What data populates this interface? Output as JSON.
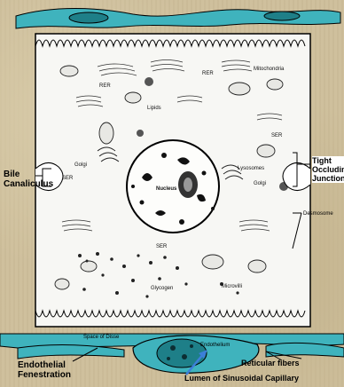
{
  "labels": {
    "bile_canaliculus": [
      "Bile",
      "Canaliculus"
    ],
    "tight_junction": [
      "Tight",
      "Occluding",
      "Junction"
    ],
    "desmosome": "Desmosome",
    "endothelial_fenestration": [
      "Endothelial",
      "Fenestration"
    ],
    "reticular_fibers": "Reticular fibers",
    "lumen": "Lumen of Sinusoidal Capillary",
    "space_of_disse": "Space of Disse",
    "endothelium": "Endothelium",
    "nucleus": "Nucleus",
    "rer_upper": "RER",
    "rer_left": "RER",
    "mitochondria": "Mitochondria",
    "lipids": "Lipids",
    "ser_right": "SER",
    "lysosomes": "Lysosomes",
    "golgi_left": "Golgi",
    "ser_left": "SER",
    "golgi_right": "Golgi",
    "ser_bottom": "SER",
    "glycogen": "Glycogen",
    "microvilli": "Microvilli"
  },
  "colors": {
    "background": "#cfc09d",
    "cell": "#f7f7f4",
    "endothelium": "#3fb3bd",
    "ink": "#000000",
    "arrow": "#3c7fd8"
  }
}
